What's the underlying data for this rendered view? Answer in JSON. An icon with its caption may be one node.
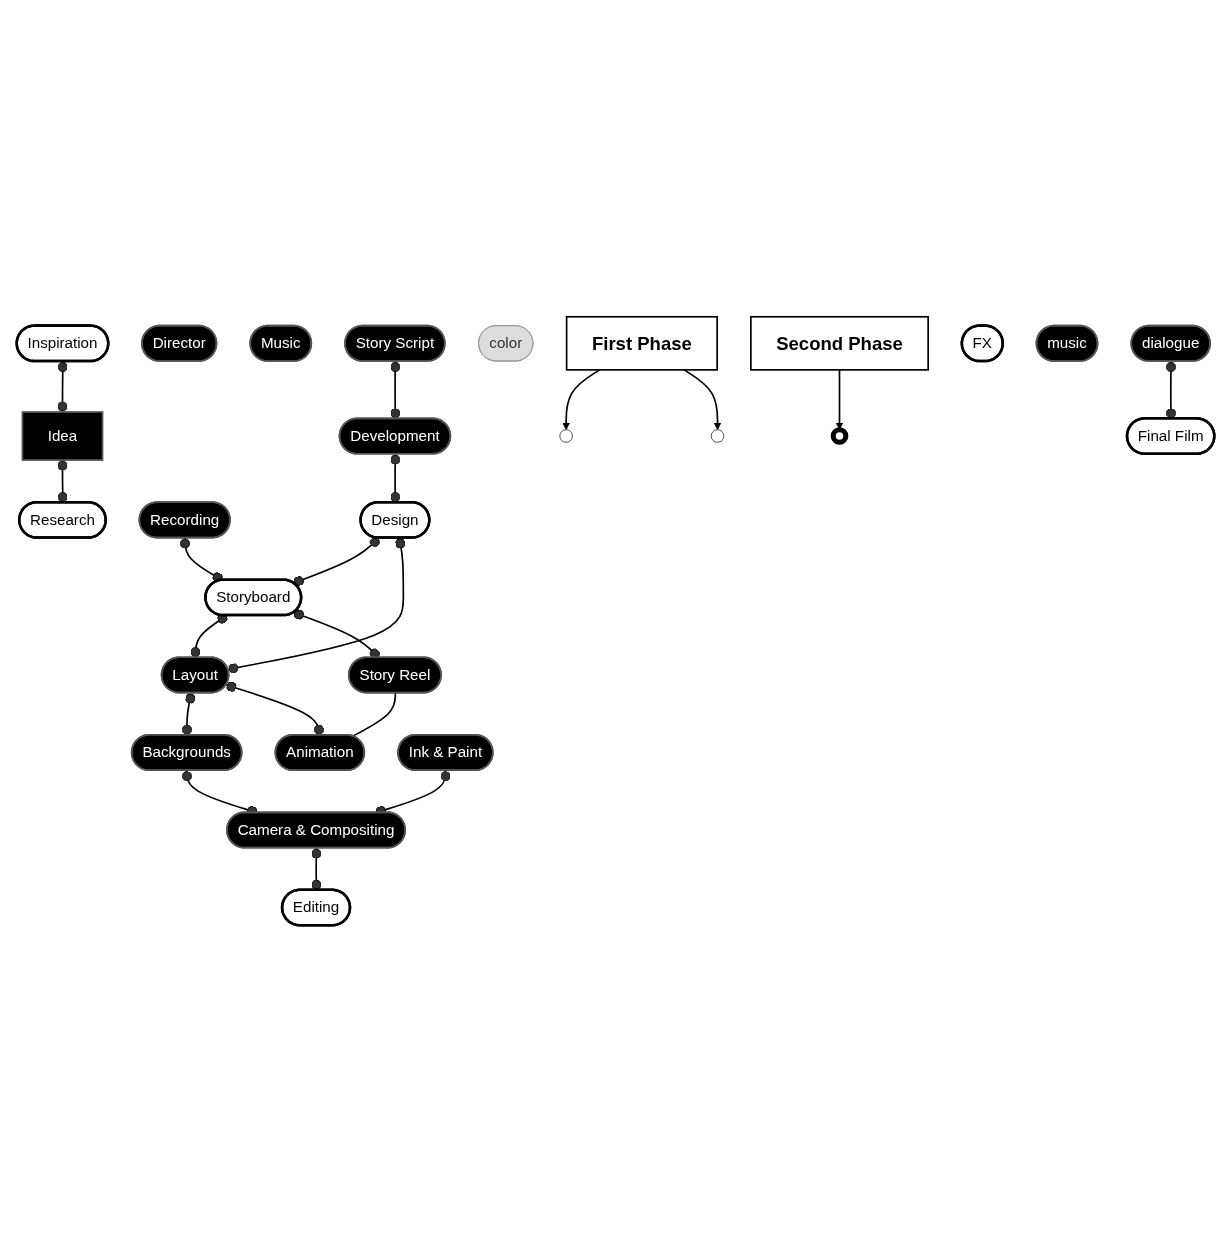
{
  "diagram": {
    "nodes": [
      {
        "text": [
          "Inspiration"
        ]
      },
      {
        "text": [
          "Director"
        ]
      },
      {
        "text": [
          "Idea"
        ]
      },
      {
        "text": [
          "Music"
        ]
      },
      {
        "text": [
          "Research"
        ]
      },
      {
        "text": [
          "Story Script"
        ]
      },
      {
        "text": [
          "Development"
        ]
      },
      {
        "text": [
          "Recording"
        ]
      },
      {
        "text": [
          "color"
        ]
      },
      {
        "text": [
          "Design"
        ]
      },
      {
        "text": [
          "Storyboard"
        ]
      },
      {
        "text": [
          "First Phase"
        ]
      },
      {
        "text": [],
        "shape": "circle"
      },
      {
        "text": [],
        "shape": "ellipse"
      },
      {
        "text": [
          "Layout"
        ]
      },
      {
        "text": [
          "Story Reel"
        ]
      },
      {
        "text": [
          "Second Phase"
        ]
      },
      {
        "text": [
          "Backgrounds"
        ]
      },
      {
        "text": [
          "Animation"
        ]
      },
      {
        "text": [
          "Ink & Paint"
        ]
      },
      {
        "text": [
          "Camera & Compositing"
        ]
      },
      {
        "text": [],
        "shape": "circle"
      },
      {
        "text": [
          "FX"
        ]
      },
      {
        "text": [
          "Editing"
        ]
      },
      {
        "text": [
          "music"
        ]
      },
      {
        "text": [
          "dialogue"
        ]
      },
      {
        "text": [
          "Final Film"
        ]
      }
    ],
    "edges": [
      {
        "from": 0,
        "to": 2,
        "arrow": "other"
      },
      {
        "from": 2,
        "to": 4,
        "arrow": "other"
      },
      {
        "from": 5,
        "to": 6,
        "arrow": "other"
      },
      {
        "from": 6,
        "to": 9,
        "arrow": "other"
      },
      {
        "from": 7,
        "to": 10,
        "arrow": "other"
      },
      {
        "from": 9,
        "to": 10,
        "arrow": "other"
      },
      {
        "from": 9,
        "to": 14,
        "arrow": "other"
      },
      {
        "from": 10,
        "to": 14,
        "arrow": "other"
      },
      {
        "from": 10,
        "to": 15,
        "arrow": "other"
      },
      {
        "from": 15,
        "to": 18,
        "arrow": "none"
      },
      {
        "from": 14,
        "to": 17,
        "arrow": "other"
      },
      {
        "from": 14,
        "to": 18,
        "arrow": "other"
      },
      {
        "from": 17,
        "to": 20,
        "arrow": "other"
      },
      {
        "from": 19,
        "to": 20,
        "arrow": "other"
      },
      {
        "from": 20,
        "to": 23,
        "arrow": "other"
      },
      {
        "from": 25,
        "to": 26,
        "arrow": "other"
      },
      {
        "from": 11,
        "to": 12,
        "arrow": "to"
      },
      {
        "from": 11,
        "to": 21,
        "arrow": "to"
      },
      {
        "from": 16,
        "to": 13,
        "arrow": "to"
      }
    ]
  }
}
